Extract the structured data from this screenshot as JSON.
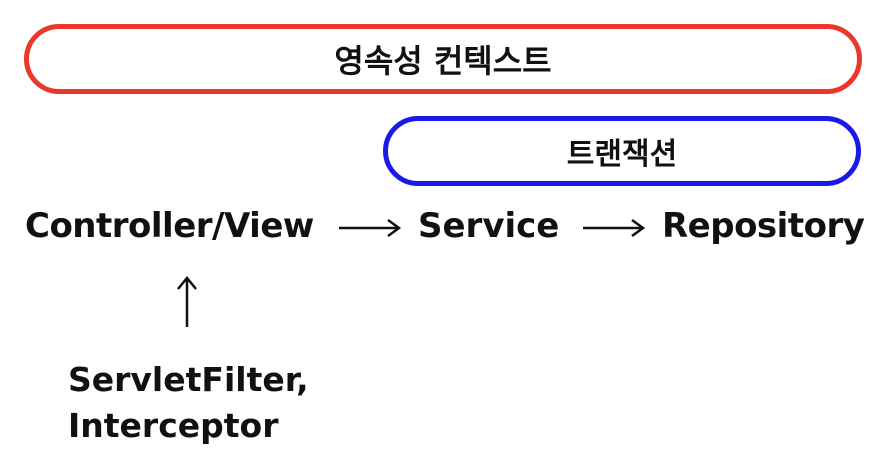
{
  "persistence_context": {
    "label": "영속성 컨텍스트",
    "border_color": "#e8392c"
  },
  "transaction": {
    "label": "트랜잭션",
    "border_color": "#1a1ae6"
  },
  "flow": {
    "controller": "Controller/View",
    "service": "Service",
    "repository": "Repository"
  },
  "filter": {
    "line1": "ServletFilter,",
    "line2": "Interceptor"
  }
}
